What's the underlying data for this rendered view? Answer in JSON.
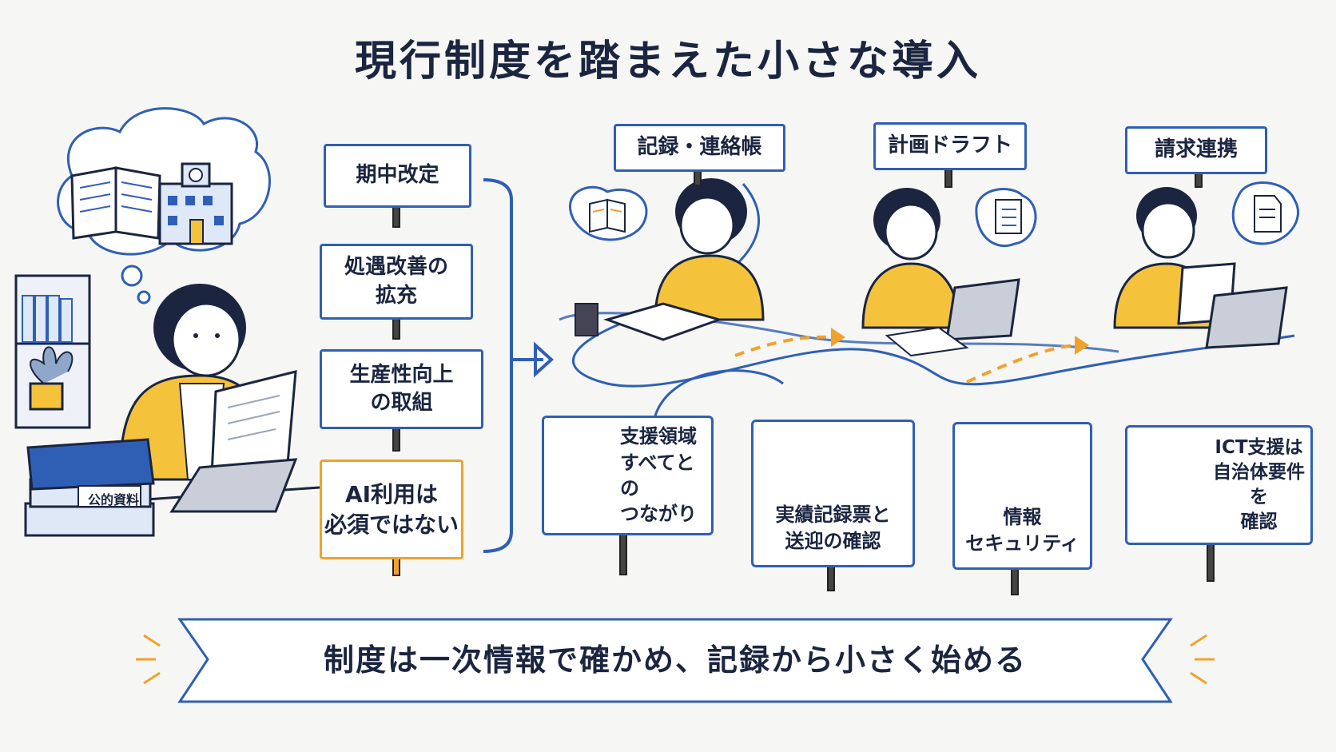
{
  "title": "現行制度を踏まえた小さな導入",
  "binder_label": "公的資料",
  "revisions": [
    "期中改定",
    "処遇改善の\n拡充",
    "生産性向上\nの取組",
    "AI利用は\n必須ではない"
  ],
  "steps": [
    "記録・連絡帳",
    "計画ドラフト",
    "請求連携"
  ],
  "checks": [
    {
      "label": "支援領域\nすべてとの\nつながり",
      "icon": "network-icon"
    },
    {
      "label": "実績記録票と\n送迎の確認",
      "icon": "van-clipboard-icon"
    },
    {
      "label": "情報\nセキュリティ",
      "icon": "shield-lock-icon"
    },
    {
      "label": "ICT支援は\n自治体要件を\n確認",
      "icon": "government-building-icon"
    }
  ],
  "banner": "制度は一次情報で確かめ、記録から小さく始める",
  "colors": {
    "blue": "#2f5fb5",
    "orange": "#f0a22a",
    "yellow": "#f5c33b",
    "ink": "#1b2540"
  }
}
